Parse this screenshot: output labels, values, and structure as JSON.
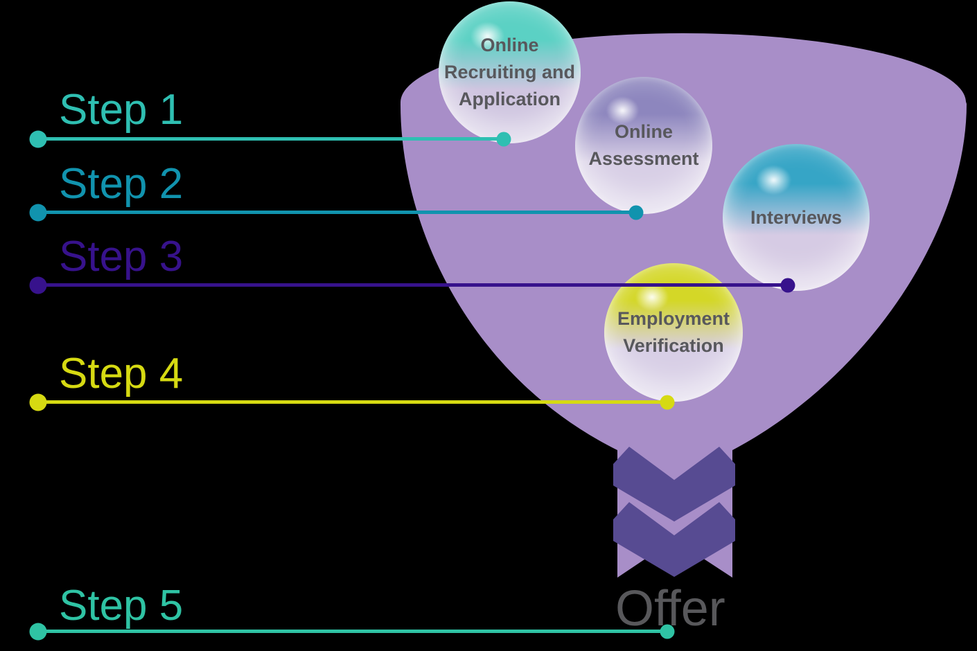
{
  "page": {
    "background": "#000000"
  },
  "steps": [
    {
      "label": "Step 1",
      "color": "#2fbfb2"
    },
    {
      "label": "Step 2",
      "color": "#1193ae"
    },
    {
      "label": "Step 3",
      "color": "#37128c"
    },
    {
      "label": "Step 4",
      "color": "#d6da12"
    },
    {
      "label": "Step 5",
      "color": "#2fc3a4"
    }
  ],
  "funnel": {
    "body_color": "#a88ec8",
    "opening_color": "#8a73a6",
    "arrow_color": "#574b92",
    "arrow_icon": "double-chevron-down",
    "outcome_label": "Offer",
    "outcome_color": "#58585b"
  },
  "bubble_text_color": "#58585c",
  "bubbles": [
    {
      "id": "online-recruiting-and-application",
      "label": "Online Recruiting and Application",
      "lines": [
        "Online",
        "Recruiting and",
        "Application"
      ],
      "color_top": "#5bd1c4",
      "color_bottom": "#cfc5e0"
    },
    {
      "id": "online-assessment",
      "label": "Online Assessment",
      "lines": [
        "Online",
        "Assessment"
      ],
      "color_top": "#8d86be",
      "color_bottom": "#d8cfe6"
    },
    {
      "id": "interviews",
      "label": "Interviews",
      "lines": [
        "Interviews"
      ],
      "color_top": "#36a5c6",
      "color_bottom": "#d6cbe4"
    },
    {
      "id": "employment-verification",
      "label": "Employment Verification",
      "lines": [
        "Employment",
        "Verification"
      ],
      "color_top": "#d4d727",
      "color_bottom": "#d8cfe6"
    }
  ]
}
